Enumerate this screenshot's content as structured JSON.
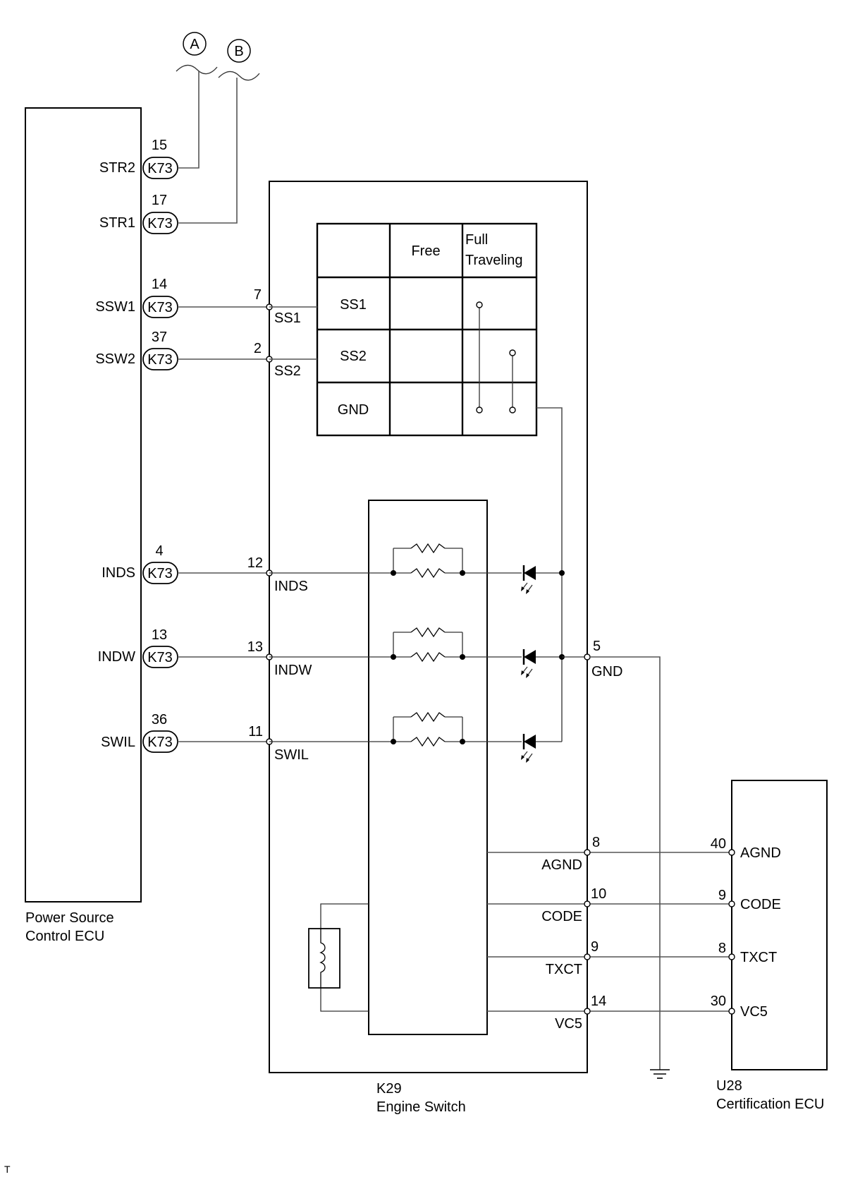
{
  "refs": {
    "a": "A",
    "b": "B"
  },
  "power_ecu": {
    "name_line1": "Power Source",
    "name_line2": "Control ECU",
    "connector": "K73",
    "pins": [
      {
        "label": "STR2",
        "num": "15"
      },
      {
        "label": "STR1",
        "num": "17"
      },
      {
        "label": "SSW1",
        "num": "14"
      },
      {
        "label": "SSW2",
        "num": "37"
      },
      {
        "label": "INDS",
        "num": "4"
      },
      {
        "label": "INDW",
        "num": "13"
      },
      {
        "label": "SWIL",
        "num": "36"
      }
    ]
  },
  "engine_switch": {
    "code": "K29",
    "name": "Engine Switch",
    "table": {
      "header_free": "Free",
      "header_full_1": "Full",
      "header_full_2": "Traveling",
      "rows": [
        "SS1",
        "SS2",
        "GND"
      ]
    },
    "left_terminals": [
      {
        "num": "7",
        "label": "SS1"
      },
      {
        "num": "2",
        "label": "SS2"
      },
      {
        "num": "12",
        "label": "INDS"
      },
      {
        "num": "13",
        "label": "INDW"
      },
      {
        "num": "11",
        "label": "SWIL"
      }
    ],
    "gnd_terminal": {
      "num": "5",
      "label": "GND"
    },
    "right_terminals": [
      {
        "num": "8",
        "label": "AGND"
      },
      {
        "num": "10",
        "label": "CODE"
      },
      {
        "num": "9",
        "label": "TXCT"
      },
      {
        "num": "14",
        "label": "VC5"
      }
    ]
  },
  "cert_ecu": {
    "code": "U28",
    "name": "Certification ECU",
    "pins": [
      {
        "num": "40",
        "label": "AGND"
      },
      {
        "num": "9",
        "label": "CODE"
      },
      {
        "num": "8",
        "label": "TXCT"
      },
      {
        "num": "30",
        "label": "VC5"
      }
    ]
  },
  "footer_mark": "T"
}
